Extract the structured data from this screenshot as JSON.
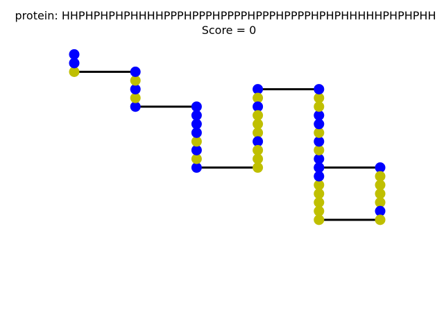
{
  "title": {
    "line1": "protein: HHPHPHPHPHHHHPPPHPPPHPPPPHPPPHPPPPHPHPHHHHHPHPHPHH",
    "line2": "Score = 0"
  },
  "colors": {
    "H": "#0000ff",
    "P": "#bfbf00",
    "bond": "#000000",
    "background": "#ffffff"
  },
  "chain": [
    [
      0,
      14
    ],
    [
      0,
      13
    ],
    [
      0,
      12
    ],
    [
      1,
      12
    ],
    [
      1,
      11
    ],
    [
      1,
      10
    ],
    [
      1,
      9
    ],
    [
      1,
      8
    ],
    [
      2,
      8
    ],
    [
      2,
      7
    ],
    [
      2,
      6
    ],
    [
      2,
      5
    ],
    [
      2,
      4
    ],
    [
      2,
      3
    ],
    [
      2,
      2
    ],
    [
      2,
      1
    ],
    [
      3,
      1
    ],
    [
      3,
      2
    ],
    [
      3,
      3
    ],
    [
      3,
      4
    ],
    [
      3,
      5
    ],
    [
      3,
      6
    ],
    [
      3,
      7
    ],
    [
      3,
      8
    ],
    [
      3,
      9
    ],
    [
      3,
      10
    ],
    [
      4,
      10
    ],
    [
      4,
      9
    ],
    [
      4,
      8
    ],
    [
      4,
      7
    ],
    [
      4,
      6
    ],
    [
      4,
      5
    ],
    [
      4,
      4
    ],
    [
      4,
      3
    ],
    [
      4,
      2
    ],
    [
      4,
      1
    ],
    [
      4,
      0
    ],
    [
      4,
      -1
    ],
    [
      4,
      -2
    ],
    [
      4,
      -3
    ],
    [
      4,
      -4
    ],
    [
      4,
      -5
    ],
    [
      5,
      -5
    ],
    [
      5,
      -4
    ],
    [
      5,
      -3
    ],
    [
      5,
      -2
    ],
    [
      5,
      -1
    ],
    [
      5,
      0
    ],
    [
      5,
      1
    ],
    [
      4,
      1
    ]
  ],
  "residue_types": [
    "H",
    "H",
    "P",
    "H",
    "P",
    "H",
    "P",
    "H",
    "H",
    "H",
    "H",
    "H",
    "P",
    "H",
    "P",
    "H",
    "P",
    "P",
    "P",
    "H",
    "P",
    "P",
    "P",
    "H",
    "P",
    "H",
    "H",
    "P",
    "P",
    "H",
    "H",
    "P",
    "H",
    "P",
    "H",
    "H",
    "H",
    "P",
    "P",
    "P",
    "P",
    "P",
    "P",
    "H",
    "P",
    "P",
    "P",
    "P",
    "H",
    "H"
  ]
}
